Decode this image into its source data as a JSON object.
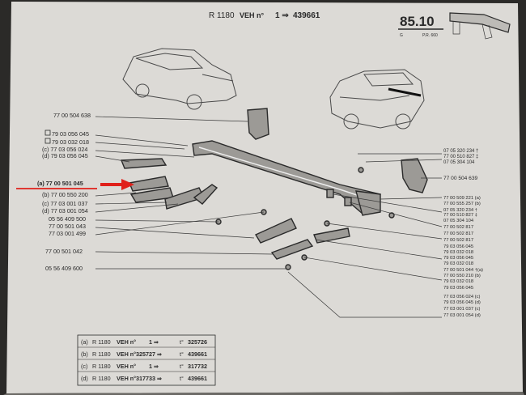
{
  "header": {
    "model_code": "R 1180",
    "veh_label": "VEH n°",
    "arrow": "1 ⇒",
    "serial": "439661",
    "page_number": "85.10",
    "page_sub_left": "G",
    "page_sub_right": "P.R. 660"
  },
  "left_refs": [
    {
      "label": "77 00 504 638"
    },
    {
      "label": "79 03 056 045",
      "box": true
    },
    {
      "label": "79 03 032 018",
      "box": true
    },
    {
      "label": "(c) 77 03 056 024"
    },
    {
      "label": "(d) 79 03 056 045",
      "box": true
    },
    {
      "label": "(a) 77 00 501 045",
      "highlight": true
    },
    {
      "label": "(b) 77 00 550 200"
    },
    {
      "label": "(c) 77 03 001 037"
    },
    {
      "label": "(d) 77 03 001 054"
    },
    {
      "label": "05 56 409 500"
    },
    {
      "label": "77 00 501 043"
    },
    {
      "label": "77 03 001 499"
    },
    {
      "label": "77 00 501 042"
    },
    {
      "label": "05 56 409 600"
    }
  ],
  "right_refs_top": [
    {
      "label": "07 05 320 234 †"
    },
    {
      "label": "77 00 510 827 ‡"
    },
    {
      "label": "07 05 304 104"
    },
    {
      "label": "77 00 504 639"
    }
  ],
  "right_refs_bottom": [
    {
      "label": "77 00 509 221 (a)"
    },
    {
      "label": "77 00 555 257 (b)"
    },
    {
      "label": "07 05 320 234 †"
    },
    {
      "label": "77 00 510 827 ‡"
    },
    {
      "label": "07 05 304 104"
    },
    {
      "label": "77 00 502 817"
    },
    {
      "label": "77 00 502 817"
    },
    {
      "label": "77 00 502 817"
    },
    {
      "label": "79 03 056 045",
      "box": true
    },
    {
      "label": "79 03 032 018",
      "box": true
    },
    {
      "label": "79 03 056 045",
      "box": true
    },
    {
      "label": "79 03 032 018",
      "box": true
    },
    {
      "label": "77 00 501 044 †(a)"
    },
    {
      "label": "77 00 550 210 (b)"
    },
    {
      "label": "79 03 032 018",
      "box": true
    },
    {
      "label": "79 03 056 045",
      "box": true
    },
    {
      "label": "77 03 056 024 (c)"
    },
    {
      "label": "79 03 056 045 (d)",
      "box": true
    },
    {
      "label": "77 03 001 037 (c)"
    },
    {
      "label": "77 03 001 054 (d)"
    }
  ],
  "variant_table": [
    {
      "key": "(a)",
      "model": "R 1180",
      "veh": "VEH n°",
      "from": "1 ⇒",
      "to_label": "t°",
      "to": "325726"
    },
    {
      "key": "(b)",
      "model": "R 1180",
      "veh": "VEH n°",
      "from": "325727 ⇒",
      "to_label": "t°",
      "to": "439661"
    },
    {
      "key": "(c)",
      "model": "R 1180",
      "veh": "VEH n°",
      "from": "1 ⇒",
      "to_label": "t°",
      "to": "317732"
    },
    {
      "key": "(d)",
      "model": "R 1180",
      "veh": "VEH n°",
      "from": "317733 ⇒",
      "to_label": "t°",
      "to": "439661"
    }
  ],
  "colors": {
    "paper": "#dcdad6",
    "ink": "#2a2a2a",
    "highlight_arrow": "#e0201a",
    "highlight_underline": "#e0201a",
    "background": "#2b2a28"
  }
}
